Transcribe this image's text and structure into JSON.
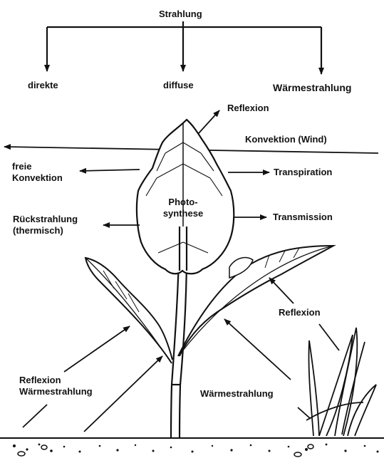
{
  "labels": {
    "strahlung": "Strahlung",
    "direkte": "direkte",
    "diffuse": "diffuse",
    "waermestrahlung_top": "Wärmestrahlung",
    "reflexion_top": "Reflexion",
    "konvektion_wind": "Konvektion (Wind)",
    "freie_line1": "freie",
    "freie_line2": "Konvektion",
    "transpiration": "Transpiration",
    "photo_line1": "Photo-",
    "photo_line2": "synthese",
    "rueck_line1": "Rückstrahlung",
    "rueck_line2": "(thermisch)",
    "transmission": "Transmission",
    "reflexion_right": "Reflexion",
    "reflexion_left": "Reflexion",
    "waermestrahlung_left": "Wärmestrahlung",
    "waermestrahlung_right": "Wärmestrahlung"
  },
  "colors": {
    "ink": "#111111",
    "background": "#ffffff",
    "leaf_fill": "#ffffff"
  }
}
